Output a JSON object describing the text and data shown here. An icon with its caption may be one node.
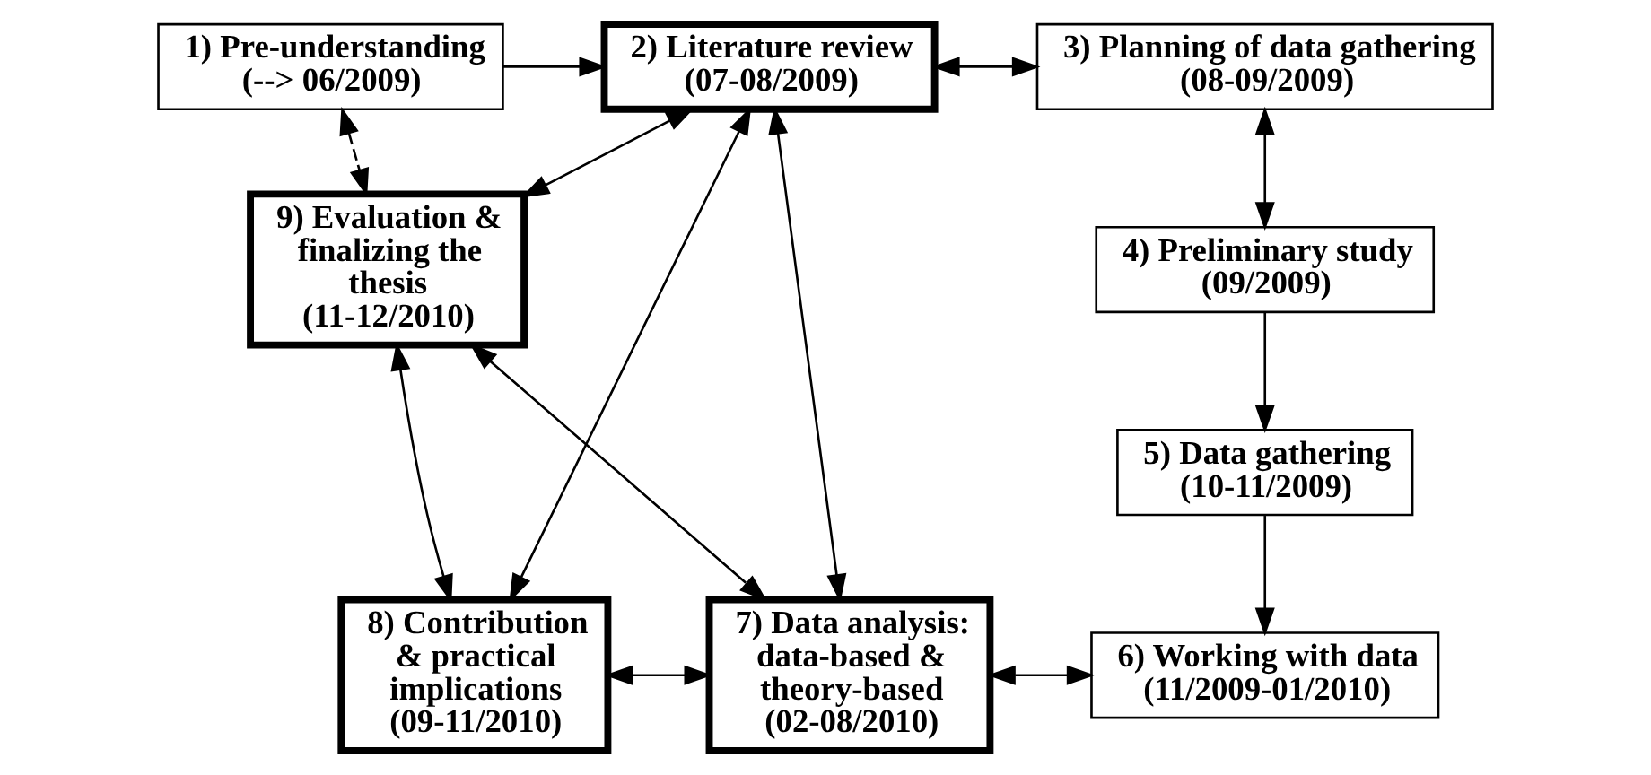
{
  "diagram": {
    "nodes": [
      {
        "text": [
          "1) Pre-understanding",
          "(--> 06/2009)"
        ]
      },
      {
        "text": [
          "2) Literature review",
          "(07-08/2009)"
        ]
      },
      {
        "text": [
          "3) Planning of data gathering",
          "(08-09/2009)"
        ]
      },
      {
        "text": [
          "4) Preliminary study",
          "(09/2009)"
        ]
      },
      {
        "text": [
          "5) Data gathering",
          "(10-11/2009)"
        ]
      },
      {
        "text": [
          "6) Working with data",
          "(11/2009-01/2010)"
        ]
      },
      {
        "text": [
          "7) Data analysis: data-based & theory-based",
          "(02-08/2010)"
        ]
      },
      {
        "text": [
          "8) Contribution & practical implications",
          "(09-11/2010)"
        ]
      },
      {
        "text": [
          "9) Evaluation & finalizing the thesis",
          "(11-12/2010)"
        ]
      }
    ],
    "edges": [
      {
        "from": 0,
        "to": 1,
        "arrow": "to"
      },
      {
        "from": 1,
        "to": 2,
        "arrow": "both"
      },
      {
        "from": 2,
        "to": 3,
        "arrow": "both"
      },
      {
        "from": 3,
        "to": 4,
        "arrow": "to"
      },
      {
        "from": 4,
        "to": 5,
        "arrow": "to"
      },
      {
        "from": 0,
        "to": 8,
        "arrow": "both",
        "style": "dashed"
      },
      {
        "from": 1,
        "to": 8,
        "arrow": "both"
      },
      {
        "from": 1,
        "to": 7,
        "arrow": "both"
      },
      {
        "from": 1,
        "to": 6,
        "arrow": "both"
      },
      {
        "from": 8,
        "to": 7,
        "arrow": "both"
      },
      {
        "from": 8,
        "to": 6,
        "arrow": "both"
      },
      {
        "from": 7,
        "to": 6,
        "arrow": "both"
      },
      {
        "from": 6,
        "to": 5,
        "arrow": "both"
      }
    ]
  }
}
